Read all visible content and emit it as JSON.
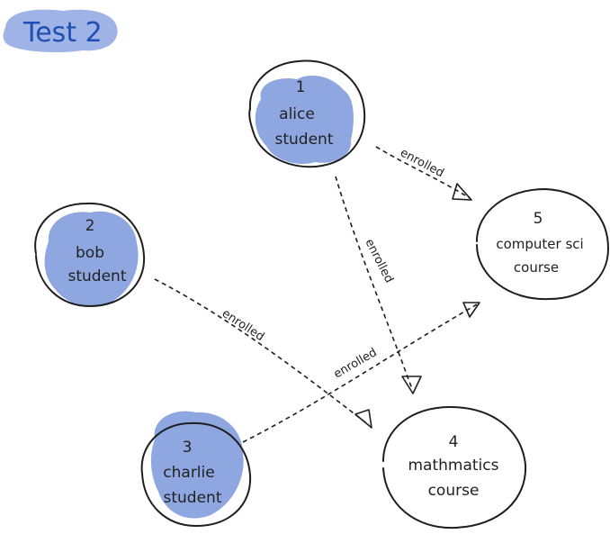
{
  "title": "Test 2",
  "colors": {
    "highlight": "#8fa7e0",
    "title_highlight": "#9fb3e6",
    "title_text": "#1f4fb0",
    "stroke": "#1e1e1e"
  },
  "nodes": {
    "alice": {
      "id": "1",
      "name": "alice",
      "type": "student"
    },
    "bob": {
      "id": "2",
      "name": "bob",
      "type": "student"
    },
    "charlie": {
      "id": "3",
      "name": "charlie",
      "type": "student"
    },
    "math": {
      "id": "4",
      "name": "mathmatics",
      "type": "course"
    },
    "cs": {
      "id": "5",
      "name": "computer  sci",
      "type": "course"
    }
  },
  "edges": [
    {
      "from": "alice",
      "to": "cs",
      "label": "enrolled"
    },
    {
      "from": "alice",
      "to": "math",
      "label": "enrolled"
    },
    {
      "from": "bob",
      "to": "math",
      "label": "enrolled"
    },
    {
      "from": "charlie",
      "to": "cs",
      "label": "enrolled"
    }
  ]
}
